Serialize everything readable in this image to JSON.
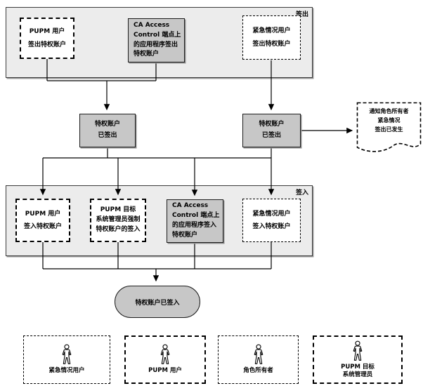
{
  "colors": {
    "group_fill": "#ececec",
    "node_gray_fill": "#c7c7c7",
    "node_white_fill": "#ffffff",
    "line": "#000000",
    "background": "#ffffff"
  },
  "groups": {
    "checkout": {
      "label": "签出"
    },
    "checkin": {
      "label": "签入"
    }
  },
  "nodes": {
    "pupm_user_checkout": "PUPM 用户\n签出特权账户",
    "ca_endpoint_checkout": "CA Access\nControl 端点上\n的应用程序签出\n特权账户",
    "emergency_user_checkout": "紧急情况用户\n签出特权账户",
    "account_checked_out_left": "特权账户\n已签出",
    "account_checked_out_right": "特权账户\n已签出",
    "notify_role_owner": "通知角色所有者\n紧急情况\n签出已发生",
    "pupm_user_checkin": "PUPM 用户\n签入特权账户",
    "admin_force_checkin": "PUPM 目标\n系统管理员强制\n特权账户的签入",
    "ca_endpoint_checkin": "CA Access\nControl 端点上\n的应用程序签入\n特权账户",
    "emergency_user_checkin": "紧急情况用户\n签入特权账户",
    "account_checked_in": "特权账户已签入"
  },
  "personas": [
    {
      "label": "紧急情况用户"
    },
    {
      "label": "PUPM 用户"
    },
    {
      "label": "角色所有者"
    },
    {
      "label": "PUPM 目标\n系统管理员"
    }
  ]
}
